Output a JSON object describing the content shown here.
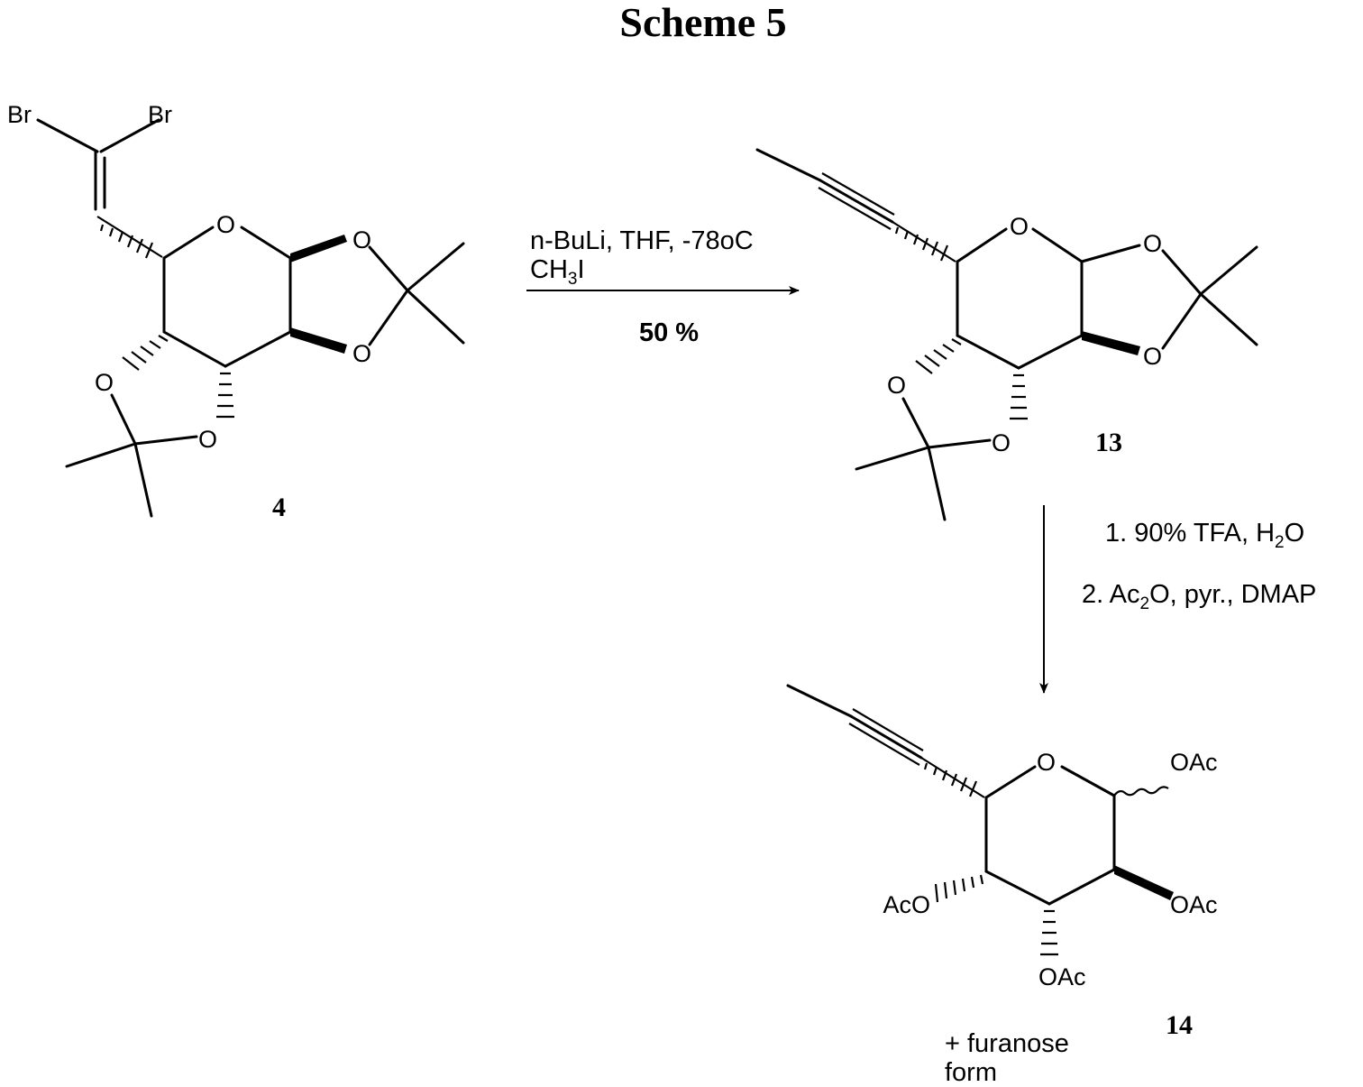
{
  "title": "Scheme 5",
  "compounds": {
    "c4": {
      "number": "4",
      "atoms": {
        "br1": "Br",
        "br2": "Br",
        "o_ring": "O",
        "o1": "O",
        "o2": "O",
        "o3": "O",
        "o4": "O"
      }
    },
    "c13": {
      "number": "13",
      "atoms": {
        "o_ring": "O",
        "o1": "O",
        "o2": "O",
        "o3": "O",
        "o4": "O"
      }
    },
    "c14": {
      "number": "14",
      "atoms": {
        "o_ring": "O",
        "oac1": "OAc",
        "oac2": "OAc",
        "oac3": "OAc",
        "oac4": "AcO"
      },
      "note_line1": "+ furanose",
      "note_line2": "form"
    }
  },
  "reaction1": {
    "line1": "n-BuLi, THF, -78oC",
    "line2_main": "CH",
    "line2_sub": "3",
    "line2_end": "I",
    "yield": "50 %"
  },
  "reaction2": {
    "step1_main": "1. 90% TFA, H",
    "step1_sub": "2",
    "step1_end": "O",
    "step2_main": "2. Ac",
    "step2_sub": "2",
    "step2_end": "O, pyr., DMAP"
  }
}
